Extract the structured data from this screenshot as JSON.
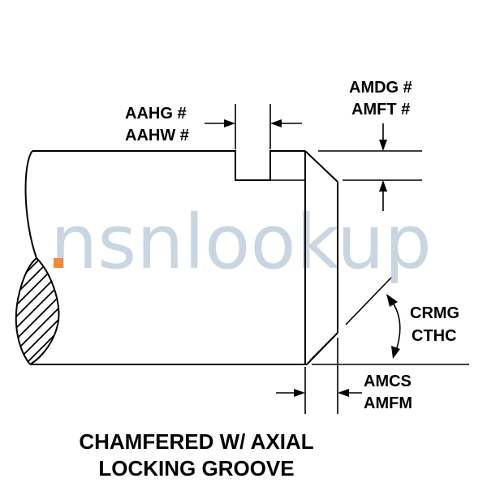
{
  "watermark": {
    "text": "nsnlookup",
    "dot_color": "#f08a3c",
    "text_color": "#9fb4cc"
  },
  "labels": {
    "groove_width_1": "AAHG #",
    "groove_width_2": "AAHW #",
    "groove_depth_1": "AMDG #",
    "groove_depth_2": "AMFT #",
    "chamfer_angle_1": "CRMG",
    "chamfer_angle_2": "CTHC",
    "chamfer_length_1": "AMCS",
    "chamfer_length_2": "AMFM"
  },
  "title": {
    "line1": "CHAMFERED W/ AXIAL",
    "line2": "LOCKING GROOVE"
  },
  "colors": {
    "ink": "#000000",
    "background": "#ffffff"
  }
}
